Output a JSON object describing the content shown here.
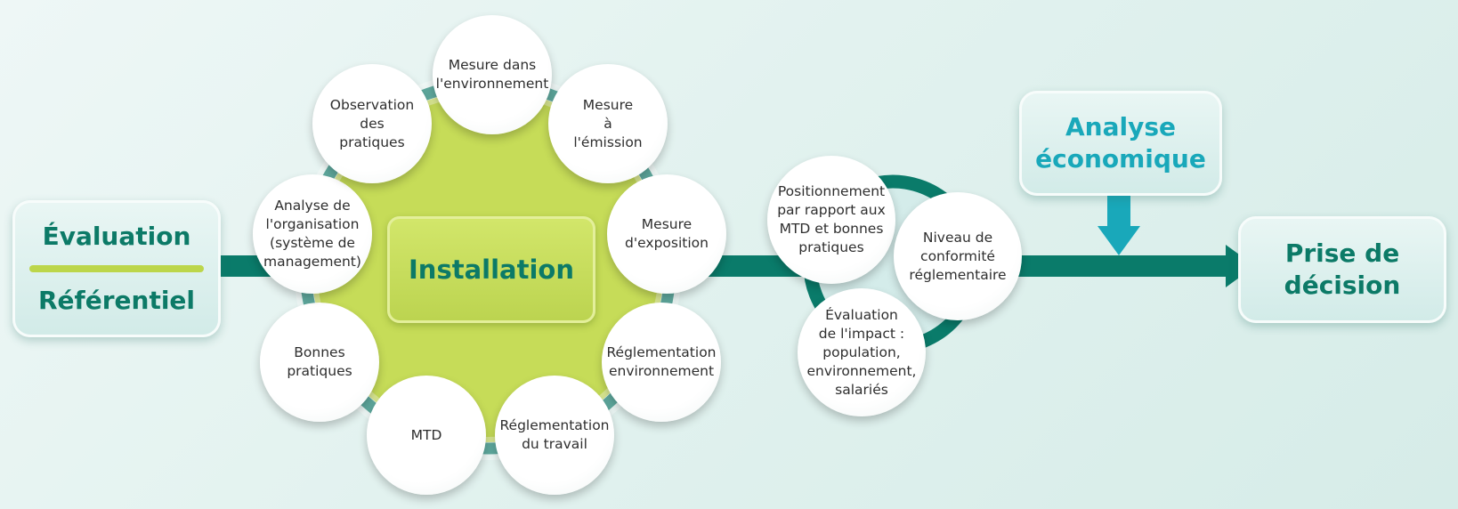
{
  "evaluation_box": {
    "top_label": "Évaluation",
    "bottom_label": "Référentiel"
  },
  "installation_label": "Installation",
  "installation_circles": [
    "Mesure dans\nl'environnement",
    "Mesure\nà\nl'émission",
    "Mesure\nd'exposition",
    "Réglementation\nenvironnement",
    "Réglementation\ndu travail",
    "MTD",
    "Bonnes\npratiques",
    "Analyse de\nl'organisation\n(système de\nmanagement)",
    "Observation\ndes\npratiques"
  ],
  "outcome_circles": [
    "Positionnement\npar rapport aux\nMTD et bonnes\npratiques",
    "Niveau de\nconformité\nréglementaire",
    "Évaluation\nde l'impact :\npopulation,\nenvironnement,\nsalariés"
  ],
  "economic_box": {
    "label_line1": "Analyse",
    "label_line2": "économique"
  },
  "decision_box": {
    "label_line1": "Prise de",
    "label_line2": "décision"
  },
  "colors": {
    "teal_dark": "#0c7a67",
    "teal_flow": "#0a7b6a",
    "cyan": "#19a8ba",
    "lime": "#c6dc58",
    "lime_dark": "#bcd64a"
  }
}
